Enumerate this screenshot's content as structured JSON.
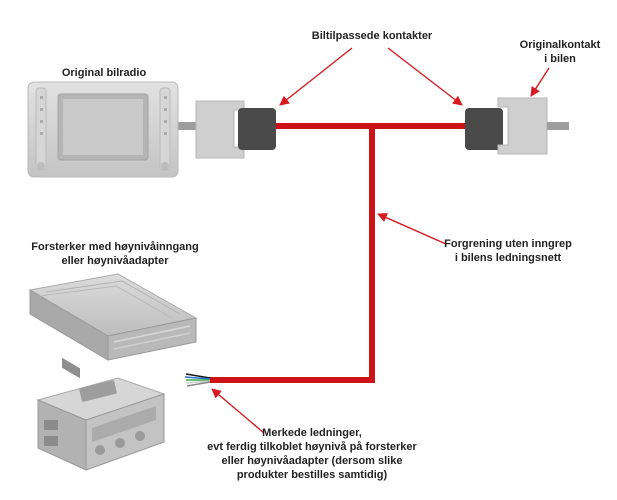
{
  "colors": {
    "wire": "#cc1418",
    "arrow": "#d61a1f",
    "device_gray": "#c8c8c8",
    "device_dark": "#9a9a9a",
    "connector_dark": "#4a4a4a",
    "text": "#222222"
  },
  "labels": {
    "car_radio": "Original bilradio",
    "adapted_connectors": "Biltilpassede kontakter",
    "original_connector_line1": "Originalkontakt",
    "original_connector_line2": "i bilen",
    "branching_line1": "Forgrening uten inngrep",
    "branching_line2": "i bilens ledningsnett",
    "amplifier_line1": "Forsterker med høynivåinngang",
    "amplifier_line2": "eller høynivåadapter",
    "marked_wires_line1": "Merkede ledninger,",
    "marked_wires_line2": "evt ferdig tilkoblet høynivå på forsterker",
    "marked_wires_line3": "eller høynivåadapter (dersom slike",
    "marked_wires_line4": "produkter bestilles samtidig)"
  },
  "icons": {
    "car_radio": "car-radio-icon",
    "connector": "connector-icon",
    "amplifier": "amplifier-icon",
    "adapter": "high-level-adapter-icon"
  },
  "wire_colors": [
    "#1a1a1a",
    "#2a6fd6",
    "#3aa84a",
    "#e8e8e8",
    "#888888"
  ]
}
